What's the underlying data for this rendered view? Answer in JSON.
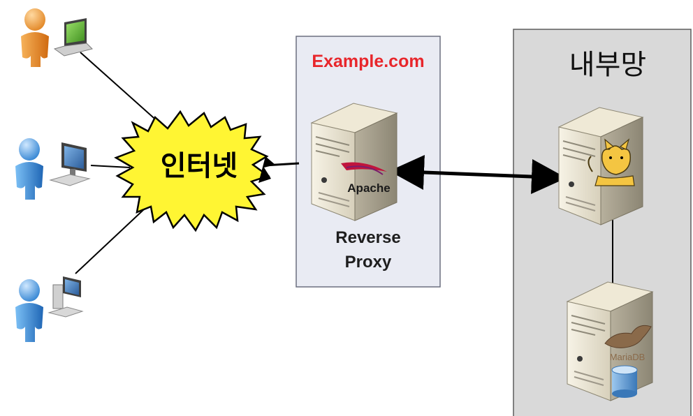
{
  "domain_label": "Example.com",
  "internal_network_label": "내부망",
  "internet_label": "인터넷",
  "proxy_label": {
    "line1": "Reverse",
    "line2": "Proxy"
  },
  "apache_label": "Apache",
  "mariadb_label": "MariaDB",
  "colors": {
    "domain_text": "#e8262b",
    "internet_burst": "#fff533",
    "proxy_panel": "#e9ebf3",
    "internal_panel": "#d9d9d9"
  }
}
